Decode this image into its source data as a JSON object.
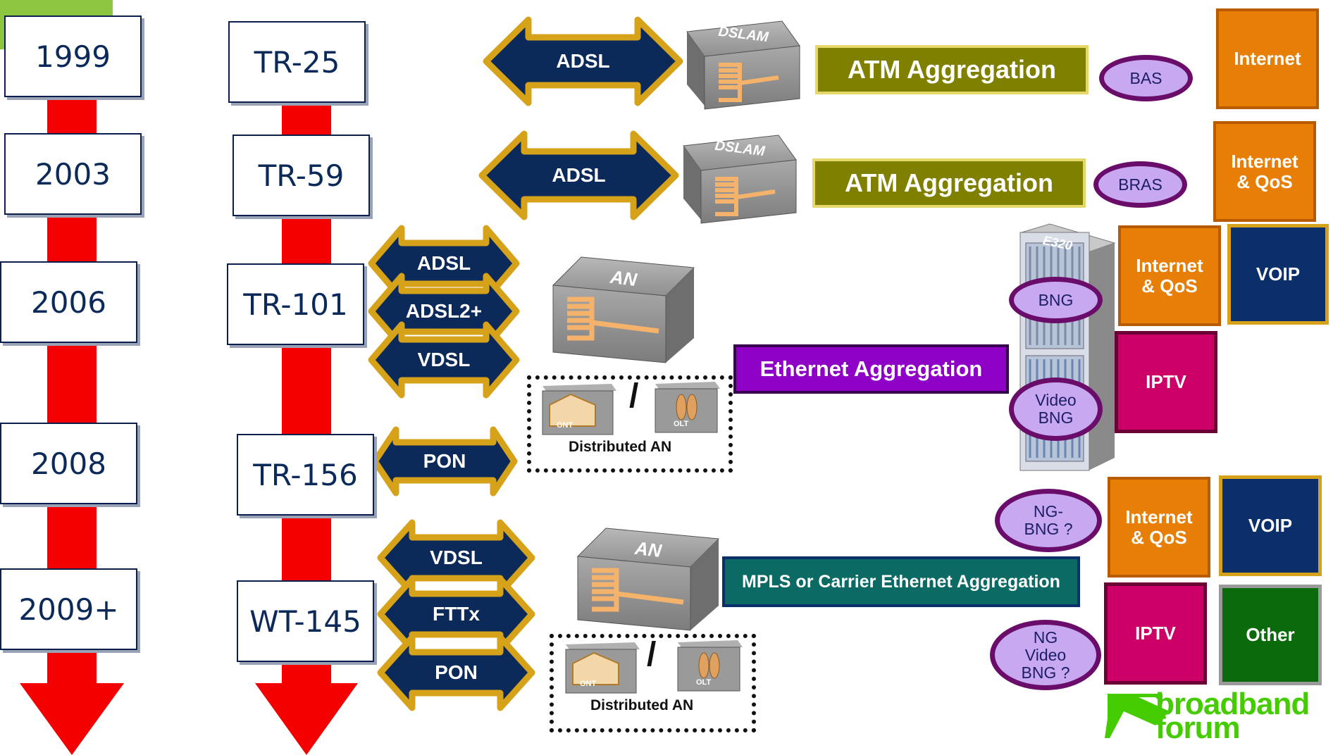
{
  "years": [
    "1999",
    "2003",
    "2006",
    "2008",
    "2009+"
  ],
  "specs": [
    "TR-25",
    "TR-59",
    "TR-101",
    "TR-156",
    "WT-145"
  ],
  "access": {
    "row1": "ADSL",
    "row2": "ADSL",
    "row3": [
      "ADSL",
      "ADSL2+",
      "VDSL"
    ],
    "row4": "PON",
    "row5": [
      "VDSL",
      "FTTx",
      "PON"
    ]
  },
  "nodes": {
    "dslam": "DSLAM",
    "an": "AN",
    "ont": "ONT",
    "olt": "OLT",
    "e320": "E320"
  },
  "distributed_an": "Distributed AN",
  "aggregation": {
    "atm": "ATM Aggregation",
    "ethernet": "Ethernet Aggregation",
    "mpls": "MPLS or Carrier Ethernet Aggregation"
  },
  "gateways": {
    "bas": "BAS",
    "bras": "BRAS",
    "bng": "BNG",
    "video_bng": "Video\nBNG",
    "ng_bng": "NG-\nBNG ?",
    "ng_video_bng": "NG\nVideo\nBNG ?"
  },
  "services": {
    "internet": "Internet",
    "internet_qos": "Internet\n& QoS",
    "voip": "VOIP",
    "iptv": "IPTV",
    "other": "Other"
  },
  "logo": {
    "line1": "broadband",
    "line2": "forum"
  },
  "colors": {
    "timeline_red": "#f40000",
    "arrow_navy": "#0b2a5a",
    "arrow_gold": "#d6a21a",
    "atm_olive": "#808000",
    "ethernet_purple": "#8e00c6",
    "mpls_teal": "#0b6a64",
    "orange": "#e77f07",
    "navy": "#0a2f6a",
    "magenta": "#cc0066",
    "green": "#0b6a0b",
    "lavender": "#c9a8f2",
    "logo_green": "#44cc00"
  }
}
